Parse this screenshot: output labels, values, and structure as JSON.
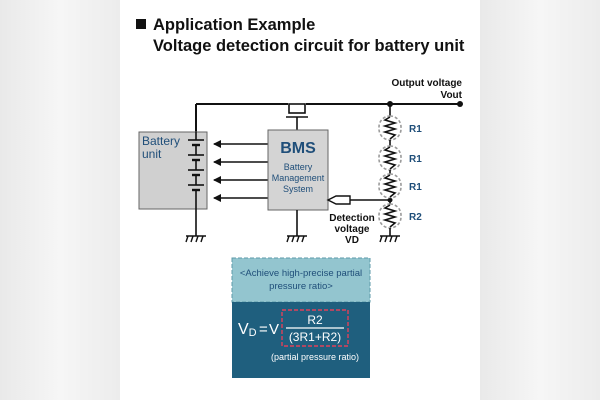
{
  "heading": {
    "title": "Application Example",
    "subtitle": "Voltage detection circuit for battery unit"
  },
  "circuit": {
    "output_label_line1": "Output voltage",
    "output_label_line2": "Vout",
    "battery_label_line1": "Battery",
    "battery_label_line2": "unit",
    "bms_title": "BMS",
    "bms_line1": "Battery",
    "bms_line2": "Management",
    "bms_line3": "System",
    "resistor_labels": [
      "R1",
      "R1",
      "R1",
      "R2"
    ],
    "detection_line1": "Detection",
    "detection_line2": "voltage",
    "detection_line3": "VD"
  },
  "formula_box": {
    "note_line1": "<Achieve high-precise partial",
    "note_line2": "pressure ratio>",
    "lhs_main": "V",
    "lhs_sub": "D",
    "equals": "=",
    "v_symbol": "V",
    "numerator": "R2",
    "denominator": "(3R1+R2)",
    "caption": "(partial pressure ratio)"
  },
  "colors": {
    "accent": "#1f5f7e",
    "label_blue": "#1f4e79",
    "battery_fill": "#d0d0d0",
    "bms_fill": "#d4d4d4",
    "note_fill": "#93c5cf",
    "dashed_red": "#e0405a"
  },
  "icons": {
    "resistor": "zigzag-resistor-icon",
    "ground": "ground-symbol-icon",
    "switch": "mosfet-switch-icon"
  }
}
